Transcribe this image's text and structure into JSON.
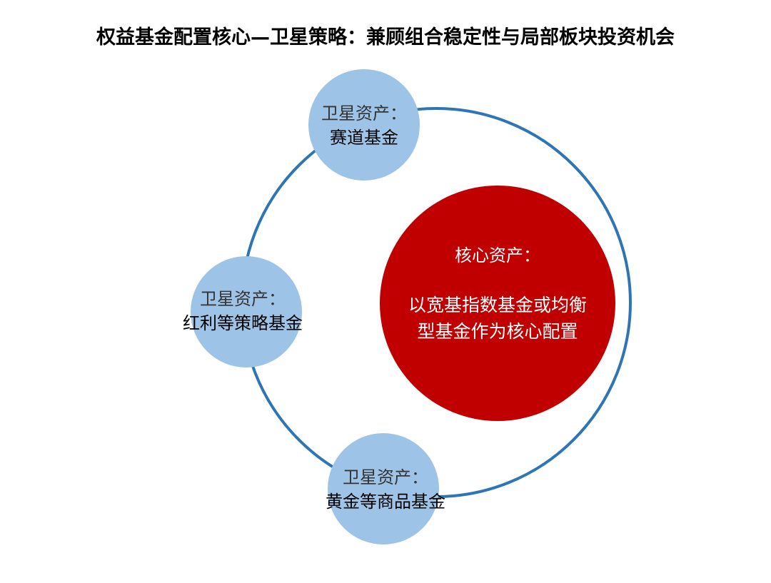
{
  "title": "权益基金配置核心—卫星策略：兼顾组合稳定性与局部板块投资机会",
  "colors": {
    "ring": "#2e75b6",
    "satellite": "#9dc3e6",
    "core": "#c00000"
  },
  "satellites": [
    {
      "line1": "卫星资产：",
      "line2": "赛道基金"
    },
    {
      "line1": "卫星资产：",
      "line2": "红利等策略基金"
    },
    {
      "line1": "卫星资产：",
      "line2": "黄金等商品基金"
    }
  ],
  "core": {
    "heading": "核心资产：",
    "line1": "以宽基指数基金或均衡",
    "line2": "型基金作为核心配置"
  }
}
